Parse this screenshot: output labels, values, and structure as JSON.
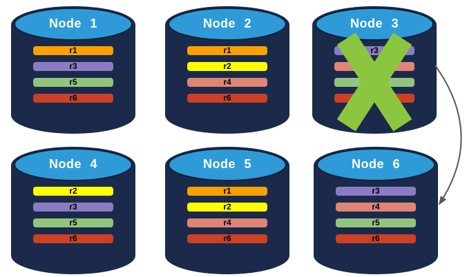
{
  "background": "#FFFFFF",
  "colors": {
    "cylinder_body": "#1B2A4A",
    "cylinder_outline": "#10203A",
    "cylinder_top": "#2E9BD8",
    "title_text": "#FFFFFF",
    "bar_text": "#000000",
    "x_mark": "#8CC63F",
    "arrow": "#595959",
    "r1": "#F9A100",
    "r2": "#FFFF00",
    "r3": "#8A7CC4",
    "r4": "#DF8576",
    "r5": "#93C47D",
    "r6": "#CC4125"
  },
  "nodes": [
    {
      "title": "Node 1",
      "failed": false,
      "bars": [
        {
          "label": "r1",
          "color": "#F9A100"
        },
        {
          "label": "r3",
          "color": "#8A7CC4"
        },
        {
          "label": "r5",
          "color": "#93C47D"
        },
        {
          "label": "r6",
          "color": "#CC4125"
        }
      ]
    },
    {
      "title": "Node 2",
      "failed": false,
      "bars": [
        {
          "label": "r1",
          "color": "#F9A100"
        },
        {
          "label": "r2",
          "color": "#FFFF00"
        },
        {
          "label": "r4",
          "color": "#DF8576"
        },
        {
          "label": "r6",
          "color": "#CC4125"
        }
      ]
    },
    {
      "title": "Node 3",
      "failed": true,
      "bars": [
        {
          "label": "r3",
          "color": "#8A7CC4"
        },
        {
          "label": "r4",
          "color": "#DF8576"
        },
        {
          "label": "r5",
          "color": "#93C47D"
        },
        {
          "label": "r6",
          "color": "#CC4125"
        }
      ]
    },
    {
      "title": "Node 4",
      "failed": false,
      "bars": [
        {
          "label": "r2",
          "color": "#FFFF00"
        },
        {
          "label": "r3",
          "color": "#8A7CC4"
        },
        {
          "label": "r5",
          "color": "#93C47D"
        },
        {
          "label": "r6",
          "color": "#CC4125"
        }
      ]
    },
    {
      "title": "Node 5",
      "failed": false,
      "bars": [
        {
          "label": "r1",
          "color": "#F9A100"
        },
        {
          "label": "r2",
          "color": "#FFFF00"
        },
        {
          "label": "r4",
          "color": "#DF8576"
        },
        {
          "label": "r6",
          "color": "#CC4125"
        }
      ]
    },
    {
      "title": "Node 6",
      "failed": false,
      "bars": [
        {
          "label": "r3",
          "color": "#8A7CC4"
        },
        {
          "label": "r4",
          "color": "#DF8576"
        },
        {
          "label": "r5",
          "color": "#93C47D"
        },
        {
          "label": "r6",
          "color": "#CC4125"
        }
      ]
    }
  ],
  "arrow": {
    "from": "Node 3",
    "to": "Node 6"
  }
}
